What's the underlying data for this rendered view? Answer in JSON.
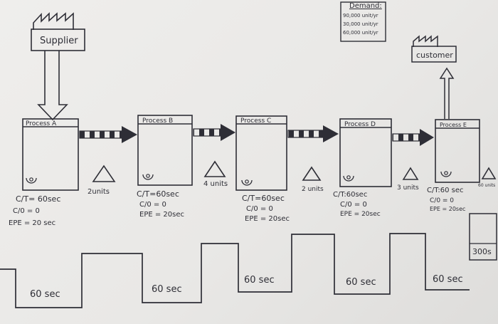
{
  "supplier": {
    "label": "Supplier"
  },
  "customer": {
    "label": "customer"
  },
  "demand": {
    "title": "Demand:",
    "lines": [
      "90,000 unit/yr",
      "30,000 unit/yr",
      "60,000 unit/yr"
    ]
  },
  "processes": [
    {
      "name": "Process A",
      "ct": "C/T= 60sec",
      "co": "C/0 = 0",
      "epe": "EPE = 20 sec"
    },
    {
      "name": "Process B",
      "ct": "C/T=60sec",
      "co": "C/0 = 0",
      "epe": "EPE = 20sec"
    },
    {
      "name": "Process C",
      "ct": "C/T=60sec",
      "co": "C/0 = 0",
      "epe": "EPE = 20sec"
    },
    {
      "name": "Process D",
      "ct": "C/T:60sec",
      "co": "C/0 = 0",
      "epe": "EPE = 20sec"
    },
    {
      "name": "Process E",
      "ct": "C/T:60 sec",
      "co": "C/0 = 0",
      "epe": "EPE = 20sec"
    }
  ],
  "inventory": [
    "2units",
    "4 units",
    "2 units",
    "3 units",
    "60 units"
  ],
  "timeline": {
    "values": [
      "60 sec",
      "60 sec",
      "60 sec",
      "60 sec",
      "60 sec"
    ],
    "total": "300s"
  },
  "colors": {
    "ink": "#2e2e36",
    "paper": "#eceae8"
  }
}
